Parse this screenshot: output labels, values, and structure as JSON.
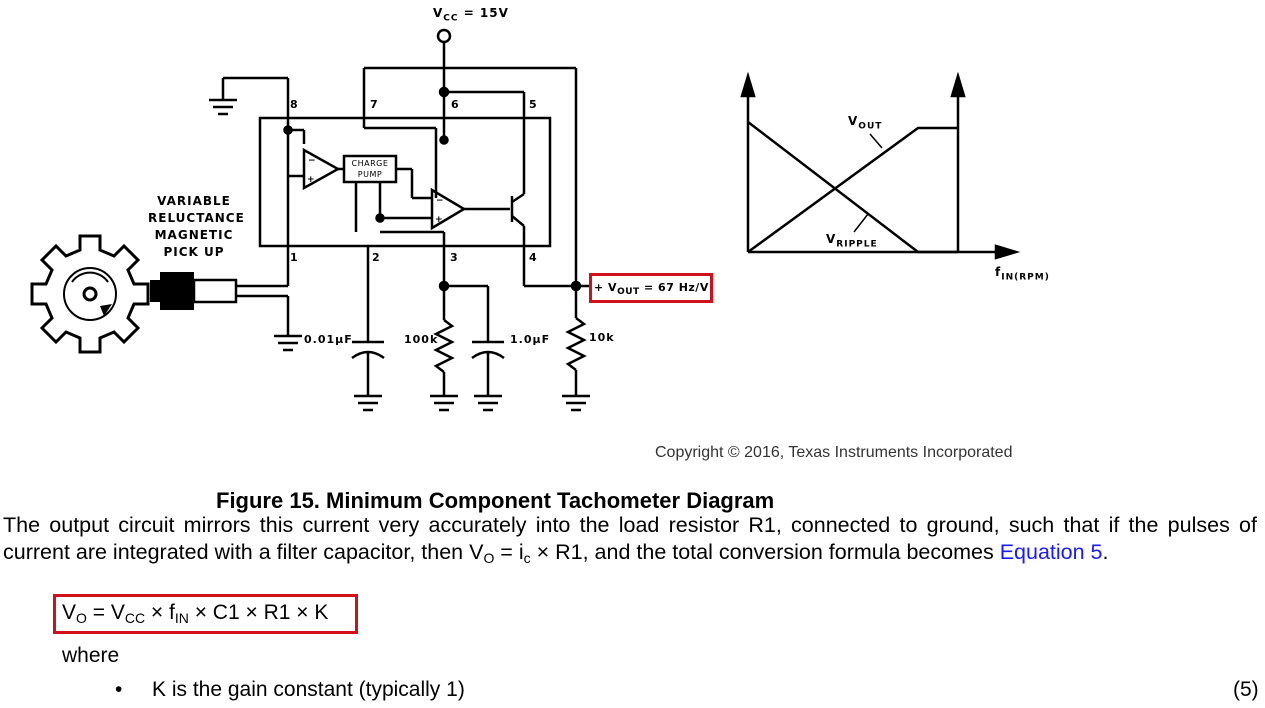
{
  "schematic": {
    "vcc_label": "V",
    "vcc_sub": "CC",
    "vcc_value": "= 15V",
    "pickup_label": [
      "VARIABLE",
      "RELUCTANCE",
      "MAGNETIC",
      "PICK UP"
    ],
    "charge_pump": [
      "CHARGE",
      "PUMP"
    ],
    "pins": [
      "8",
      "7",
      "6",
      "5",
      "1",
      "2",
      "3",
      "4"
    ],
    "c1_label": "0.01μF",
    "r_100k": "100k",
    "c_1uf": "1.0μF",
    "r_10k": "10k",
    "vout_plus": "+ V",
    "vout_sub": "OUT",
    "vout_value": "= 67 Hz/V"
  },
  "graph": {
    "vout_label": "V",
    "vout_sub": "OUT",
    "vripple_label": "V",
    "vripple_sub": "RIPPLE",
    "x_label": "f",
    "x_sub": "IN(RPM)"
  },
  "copyright": "Copyright © 2016, Texas Instruments Incorporated",
  "figure_title": "Figure 15.  Minimum Component Tachometer Diagram",
  "paragraph": {
    "text_1": "The output circuit mirrors this current very accurately into the load resistor R1, connected to ground, such that if the pulses of current are integrated with a filter capacitor, then V",
    "sub_o": "O",
    "text_2": " = i",
    "sub_c": "c",
    "text_3": " × R1, and the total conversion formula becomes ",
    "link": "Equation 5",
    "text_4": "."
  },
  "equation": {
    "v": "V",
    "v_sub": "O",
    "eq1": " = V",
    "vcc_sub": "CC",
    "eq2": " × f",
    "fin_sub": "IN",
    "eq3": " × C1 × R1 × K",
    "number": "(5)"
  },
  "where": "where",
  "bullet": {
    "mark": "•",
    "text": "K is the gain constant (typically 1)"
  },
  "colors": {
    "highlight": "#d0101a",
    "link": "#1a1aff"
  }
}
